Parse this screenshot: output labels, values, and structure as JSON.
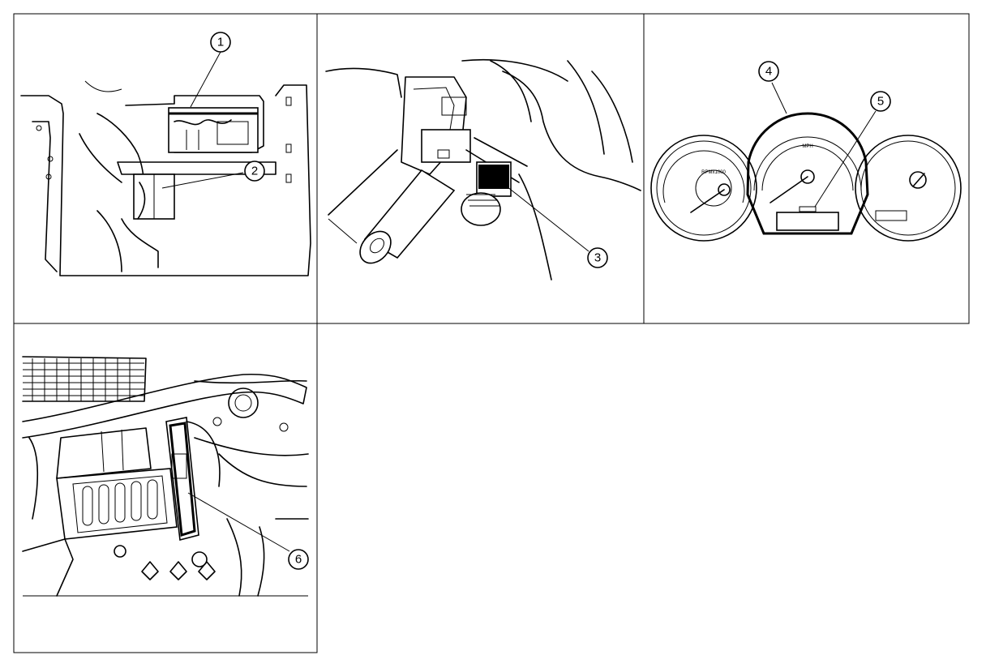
{
  "callouts": {
    "c1": "1",
    "c2": "2",
    "c3": "3",
    "c4": "4",
    "c5": "5",
    "c6": "6"
  },
  "gauges": {
    "tach_label": "RPMx1000",
    "speedo_label": "MPH"
  }
}
